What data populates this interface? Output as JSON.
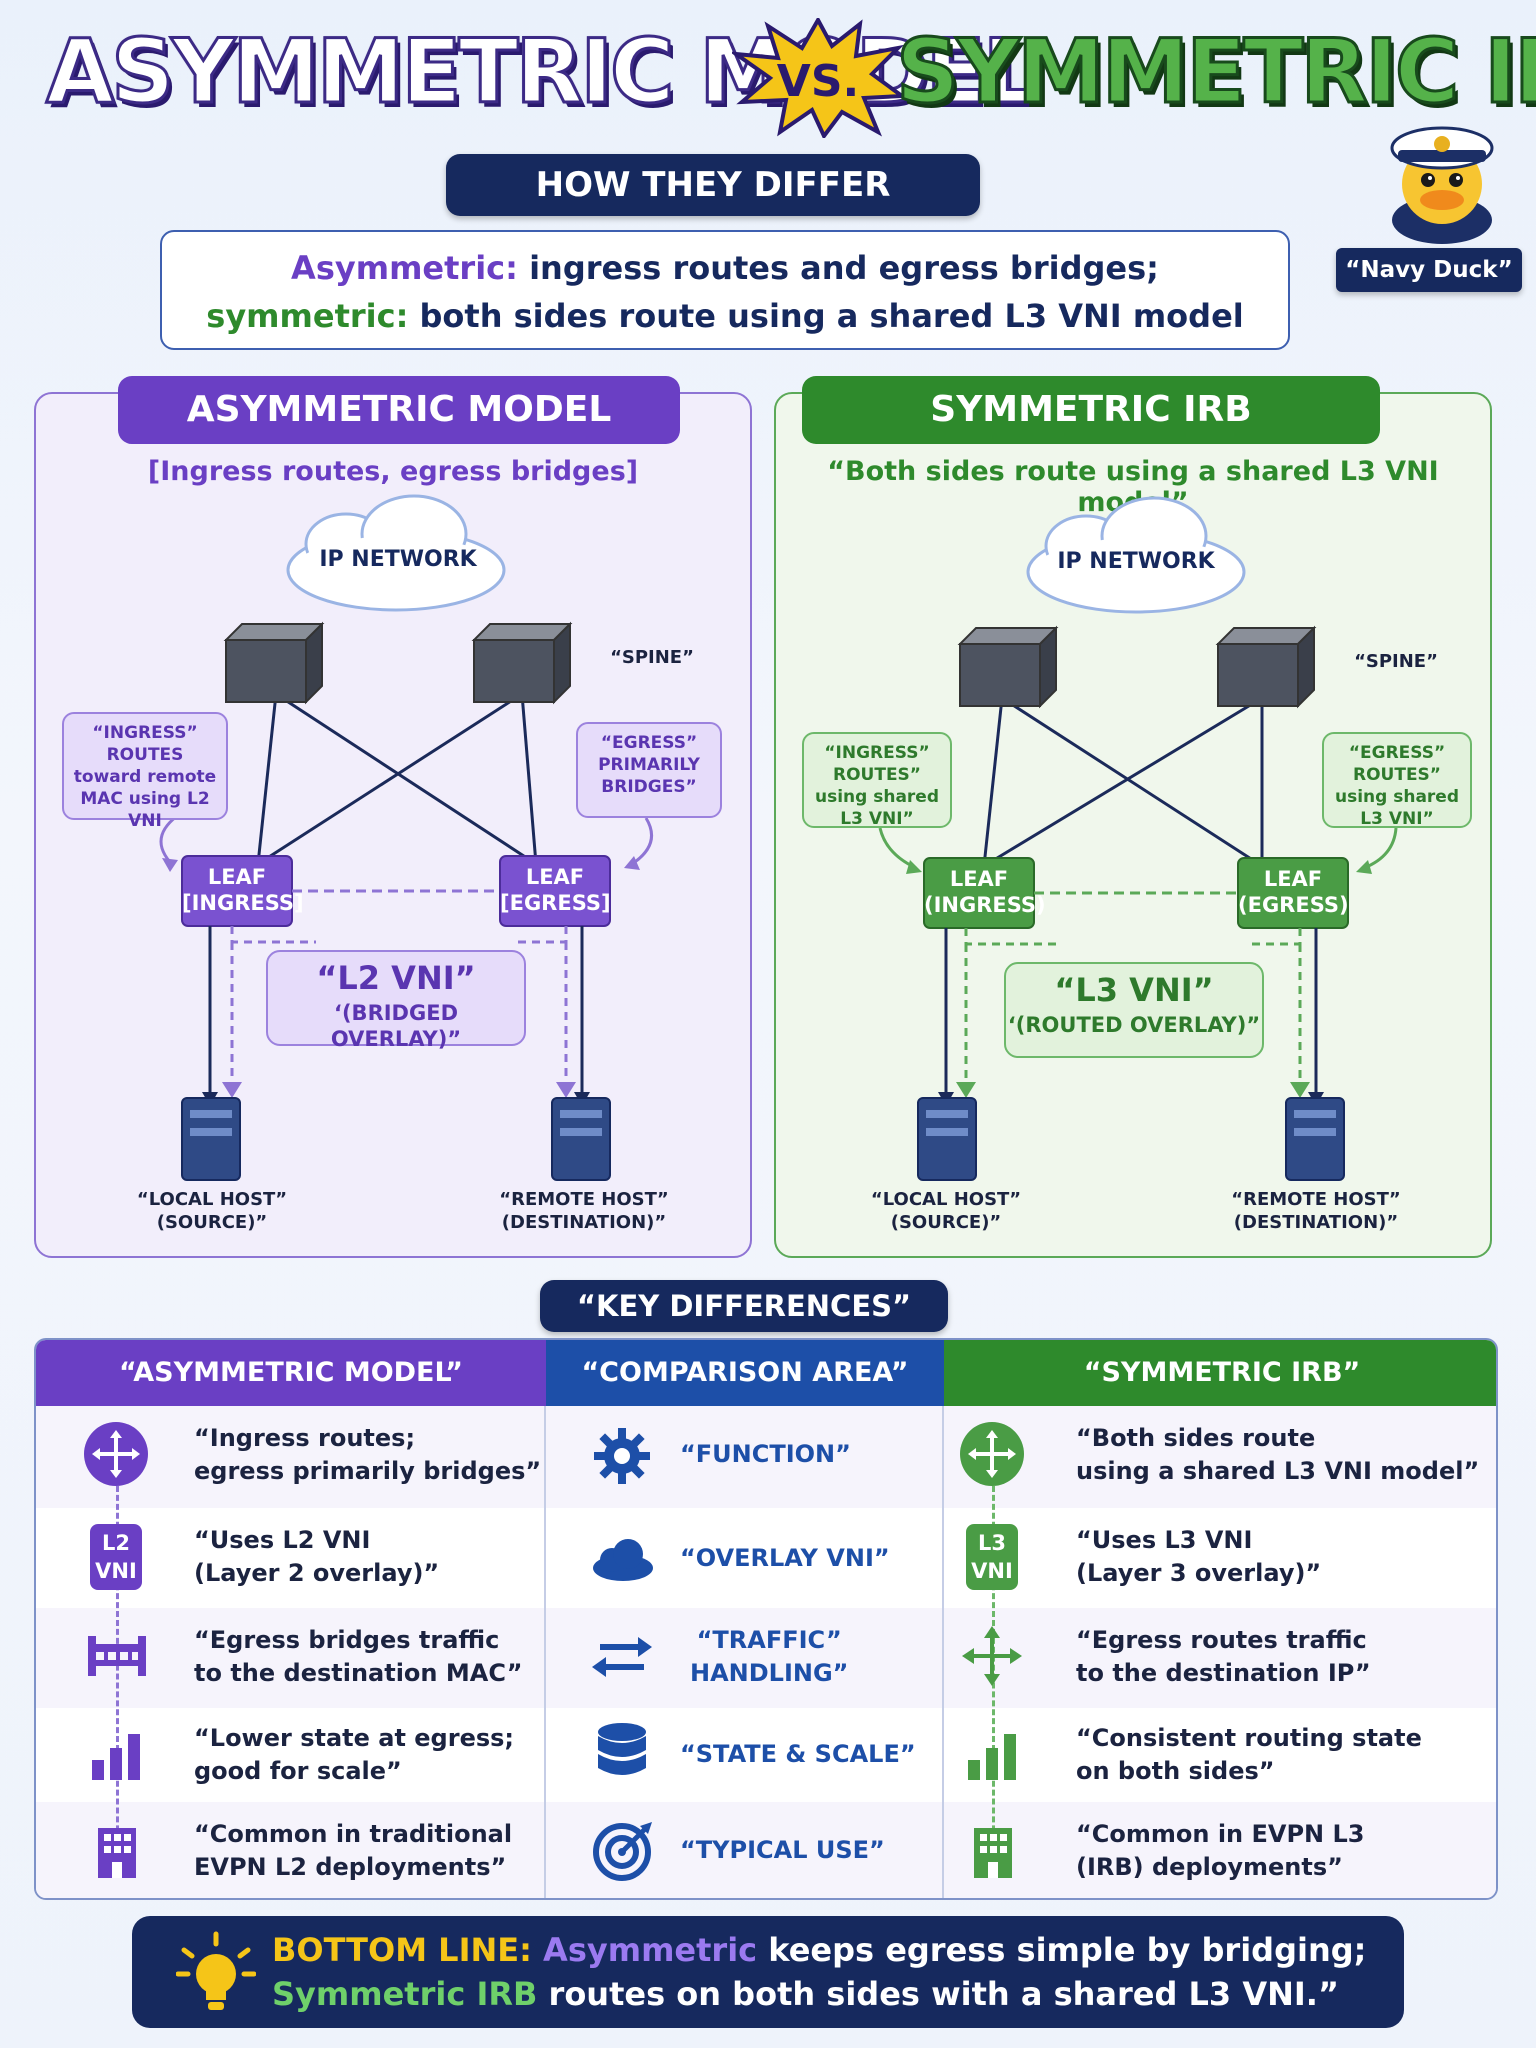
{
  "title": {
    "left": "ASYMMETRIC MODEL",
    "vs": "VS.",
    "right": "SYMMETRIC IRB"
  },
  "mascot": {
    "caption": "“Navy Duck”"
  },
  "how_they_differ": "HOW THEY DIFFER",
  "intro": {
    "line1_lead": "Asymmetric:",
    "line1_rest": "ingress routes and egress bridges;",
    "line2_lead": "symmetric:",
    "line2_rest": "both sides route using a shared L3 VNI model"
  },
  "asym_panel": {
    "title": "ASYMMETRIC MODEL",
    "subtitle": "[Ingress routes, egress bridges]",
    "cloud": "IP NETWORK",
    "spine": "“SPINE”",
    "callout_left": "“INGRESS” ROUTES toward remote MAC using L2 VNI",
    "callout_right": "“EGRESS” PRIMARILY BRIDGES”",
    "leaf_left": [
      "LEAF",
      "[INGRESS]"
    ],
    "leaf_right": [
      "LEAF",
      "[EGRESS]"
    ],
    "vni_big": "“L2 VNI”",
    "vni_small": "‘(BRIDGED OVERLAY)”",
    "host_left": [
      "“LOCAL HOST”",
      "(SOURCE)”"
    ],
    "host_right": [
      "“REMOTE HOST”",
      "(DESTINATION)”"
    ]
  },
  "sym_panel": {
    "title": "SYMMETRIC IRB",
    "subtitle": "“Both sides route using a shared L3 VNI model”",
    "cloud": "IP NETWORK",
    "spine": "“SPINE”",
    "callout_left": "“INGRESS” ROUTES” using shared L3 VNI”",
    "callout_right": "“EGRESS” ROUTES” using shared L3 VNI”",
    "leaf_left": [
      "LEAF",
      "(INGRESS)"
    ],
    "leaf_right": [
      "LEAF",
      "(EGRESS)"
    ],
    "vni_big": "“L3 VNI”",
    "vni_small": "‘(ROUTED OVERLAY)”",
    "host_left": [
      "“LOCAL HOST”",
      "(SOURCE)”"
    ],
    "host_right": [
      "“REMOTE HOST”",
      "(DESTINATION)”"
    ]
  },
  "key_differences": {
    "heading": "“KEY DIFFERENCES”",
    "col_asym": "“ASYMMETRIC MODEL”",
    "col_cmp": "“COMPARISON AREA”",
    "col_sym": "“SYMMETRIC IRB”",
    "rows": [
      {
        "asym": [
          "“Ingress routes;",
          "egress primarily bridges”"
        ],
        "area": [
          "“FUNCTION”"
        ],
        "sym": [
          "“Both sides route",
          "using a shared L3 VNI model”"
        ],
        "asym_icon": "router-icon",
        "area_icon": "gear-icon",
        "sym_icon": "router-icon"
      },
      {
        "asym": [
          "“Uses L2 VNI",
          "(Layer 2 overlay)”"
        ],
        "area": [
          "“OVERLAY VNI”"
        ],
        "sym": [
          "“Uses L3 VNI",
          "(Layer 3 overlay)”"
        ],
        "asym_icon": "l2-vni-badge",
        "area_icon": "cloud-icon",
        "sym_icon": "l3-vni-badge",
        "asym_badge": [
          "L2",
          "VNI"
        ],
        "sym_badge": [
          "L3",
          "VNI"
        ]
      },
      {
        "asym": [
          "“Egress bridges traffic",
          "to the destination MAC”"
        ],
        "area": [
          "“TRAFFIC”",
          "HANDLING”"
        ],
        "sym": [
          "“Egress routes traffic",
          "to the destination IP”"
        ],
        "asym_icon": "bridge-icon",
        "area_icon": "arrows-icon",
        "sym_icon": "route-arrows-icon"
      },
      {
        "asym": [
          "“Lower state at egress;",
          "good for scale”"
        ],
        "area": [
          "“STATE & SCALE”"
        ],
        "sym": [
          "“Consistent routing state",
          "on both sides”"
        ],
        "asym_icon": "bar-chart-icon",
        "area_icon": "database-icon",
        "sym_icon": "bar-chart-icon"
      },
      {
        "asym": [
          "“Common in traditional",
          "EVPN L2 deployments”"
        ],
        "area": [
          "“TYPICAL USE”"
        ],
        "sym": [
          "“Common in EVPN L3",
          "(IRB) deployments”"
        ],
        "asym_icon": "building-icon",
        "area_icon": "target-icon",
        "sym_icon": "building-icon"
      }
    ]
  },
  "bottom_line": {
    "label": "BOTTOM LINE:",
    "asym_word": "Asymmetric",
    "part1": "keeps egress simple by bridging;",
    "sym_word": "Symmetric IRB",
    "part2": "routes on both sides with a shared L3 VNI.”"
  },
  "colors": {
    "asym_purple": "#6a3fc4",
    "sym_green": "#2e8a2c",
    "navy": "#16295e",
    "compare_blue": "#1d4fa8",
    "yellow": "#f5c518"
  }
}
